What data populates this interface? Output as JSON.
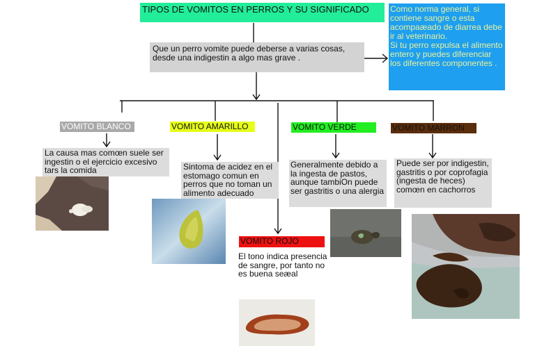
{
  "title": "TIPOS DE VOMITOS EN PERROS Y SU SIGNIFICADO",
  "intro": "Que un perro vomite puede deberse a varias cosas, desde una indigestin a algo mas grave .",
  "note": "Como norma general, si contiene sangre o esta acompaæado de diarrea debe ir al veterinario.\nSi tu perro expulsa el alimento entero y puedes diferenciar los diferentes componentes .",
  "colors": {
    "title_bg": "#22ee99",
    "note_bg": "#1e9ff0",
    "note_text": "#eaf29b",
    "blanco": "#a9a9a9",
    "amarillo": "#e6ff1a",
    "verde": "#22ee22",
    "marron": "#5a2d0c",
    "rojo": "#ee1111"
  },
  "categories": {
    "blanco": {
      "label": "VOMITO BLANCO",
      "desc": "La causa mas comœn suele ser ingestin o el ejercicio excesivo tars la comida"
    },
    "amarillo": {
      "label": "VOMITO AMARILLO",
      "desc": "Sintoma de acidez en el estomago comun en perros que no toman un alimento adecuado"
    },
    "verde": {
      "label": "VOMITO VERDE",
      "desc": "Generalmente debido a la ingesta de pastos, aunque tambiOn puede ser gastritis o una alergia"
    },
    "marron": {
      "label": "VOMITO MARRON",
      "desc": "Puede ser por indigestin, gastritis o por coprofagia (ingesta de heces) comœn en cachorros"
    },
    "rojo": {
      "label": "VOMITO ROJO",
      "desc": "El tono indica presencia de sangre, por tanto no es buena seæal"
    }
  }
}
